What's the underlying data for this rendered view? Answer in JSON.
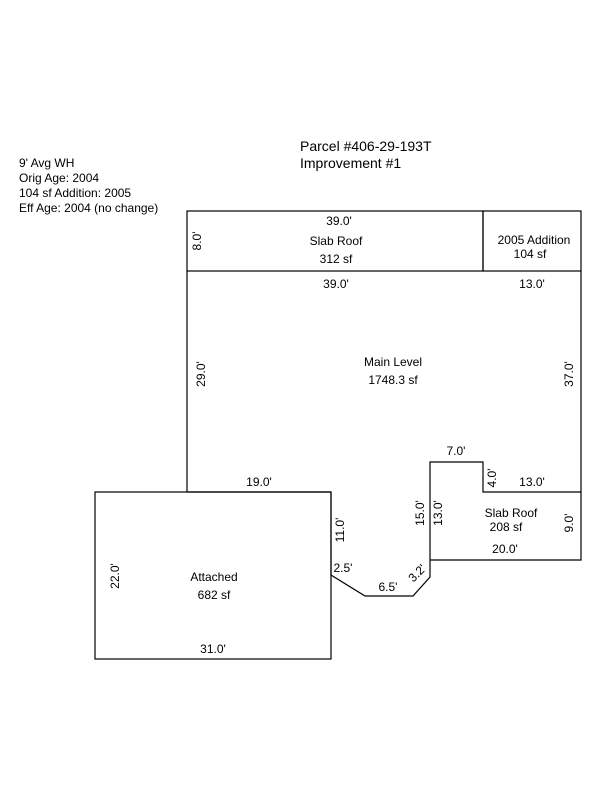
{
  "header": {
    "parcel": "Parcel #406-29-193T",
    "improvement": "Improvement #1"
  },
  "notes": [
    "9' Avg WH",
    "Orig Age:  2004",
    "104 sf Addition: 2005",
    "Eff Age: 2004 (no change)"
  ],
  "areas": {
    "slab_roof_top": {
      "name": "Slab Roof",
      "area": "312 sf"
    },
    "addition": {
      "name": "2005 Addition",
      "area": "104 sf"
    },
    "main_level": {
      "name": "Main Level",
      "area": "1748.3 sf"
    },
    "slab_roof_right": {
      "name": "Slab Roof",
      "area": "208 sf"
    },
    "attached": {
      "name": "Attached",
      "area": "682 sf"
    }
  },
  "dimensions": {
    "slab_top_width": "39.0'",
    "slab_top_depth": "8.0'",
    "main_top_left": "39.0'",
    "main_top_right": "13.0'",
    "main_left": "29.0'",
    "main_right": "37.0'",
    "notch_top": "7.0'",
    "notch_side": "4.0'",
    "notch_right": "13.0'",
    "step_left": "15.0'",
    "step_right": "13.0'",
    "slab_right_depth": "9.0'",
    "slab_right_width": "20.0'",
    "main_bottom": "19.0'",
    "attached_right": "11.0'",
    "jog_a": "2.5'",
    "jog_b": "6.5'",
    "jog_c": "3.2'",
    "attached_left": "22.0'",
    "attached_bottom": "31.0'"
  }
}
